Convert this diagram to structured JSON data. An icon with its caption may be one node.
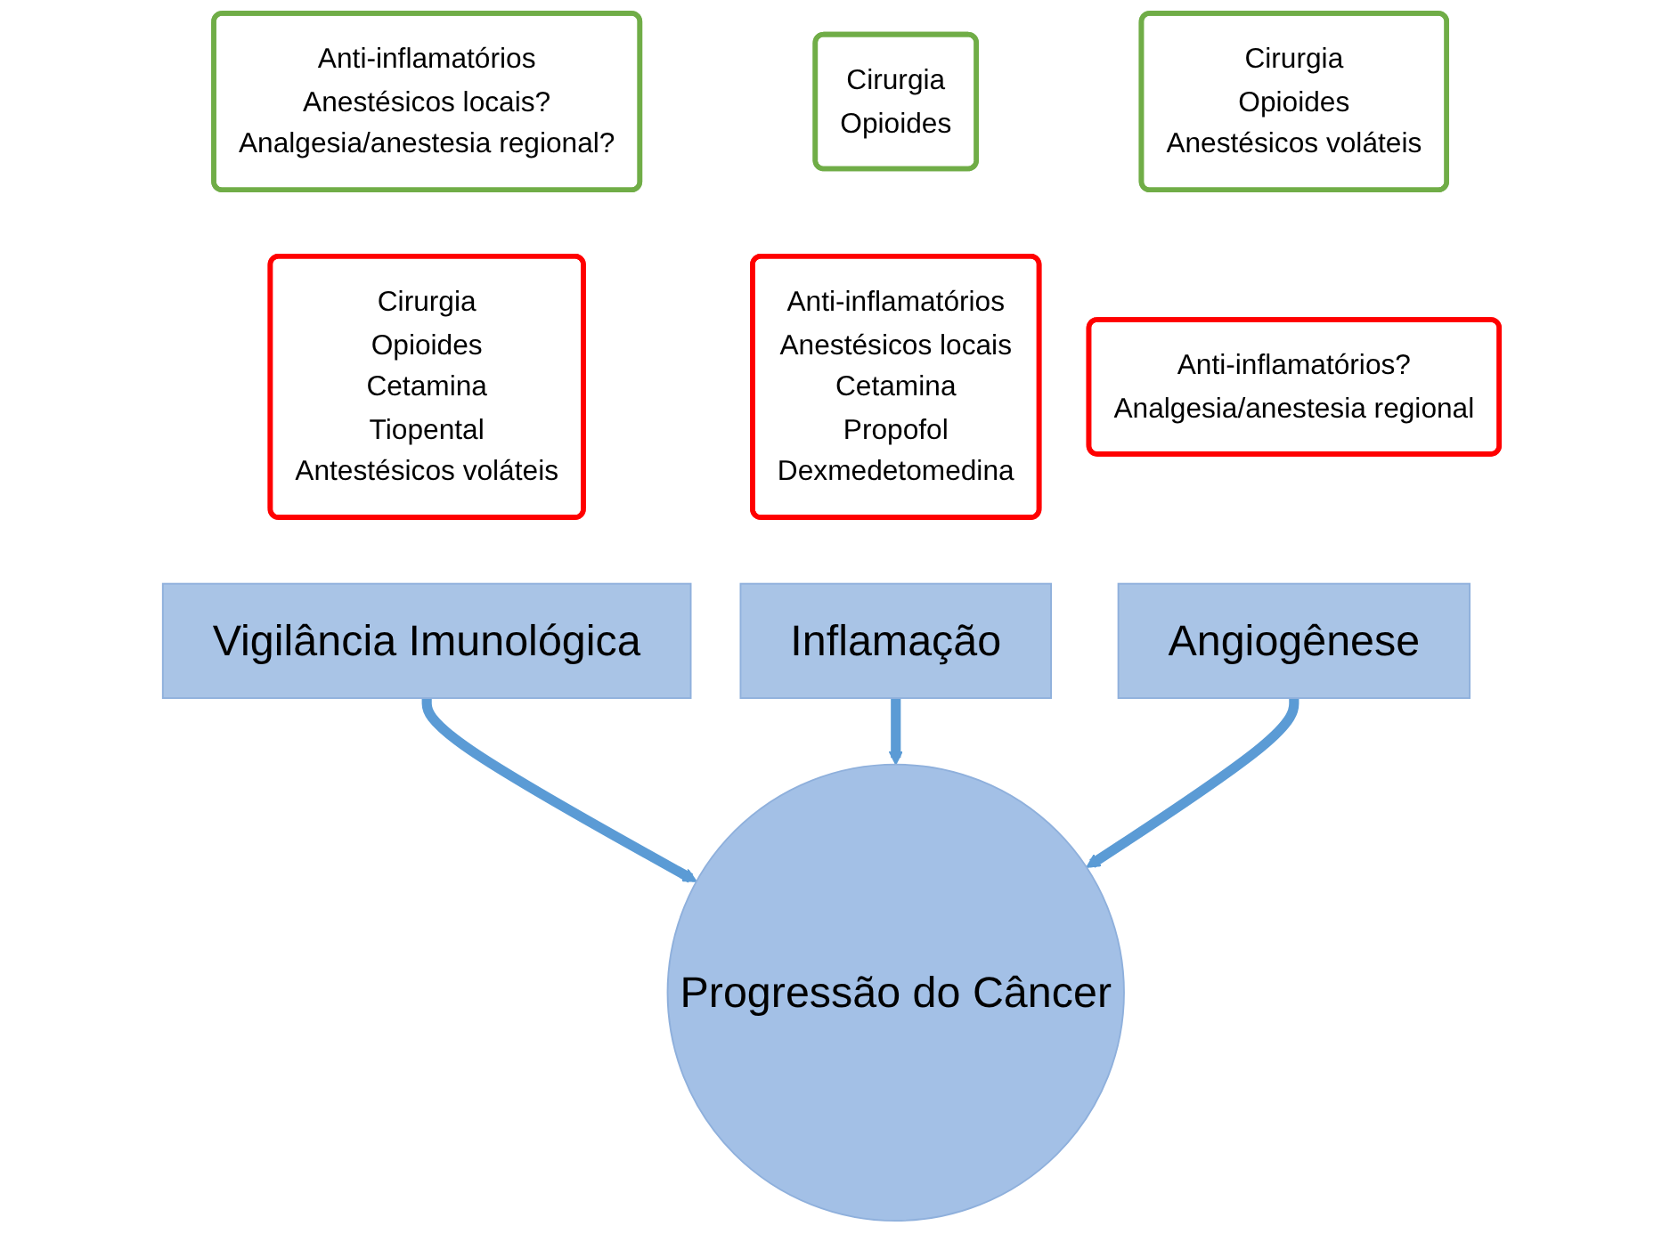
{
  "diagram": {
    "nodes": [
      {
        "text": [
          "Vigilância Imunológica"
        ]
      },
      {
        "text": [
          "Inflamação"
        ]
      },
      {
        "text": [
          "Angiogênese"
        ]
      },
      {
        "text": [
          "Progressão do Câncer"
        ]
      },
      {
        "text": [
          "Anti-inflamatórios",
          "Anestésicos locais?",
          "Analgesia/anestesia regional?"
        ]
      },
      {
        "text": [
          "Cirurgia",
          "Opioides",
          "Cetamina",
          "Tiopental",
          "Antestésicos voláteis"
        ]
      },
      {
        "text": [
          "Cirurgia",
          "Opioides"
        ]
      },
      {
        "text": [
          "Anti-inflamatórios",
          "Anestésicos locais",
          "Cetamina",
          "Propofol",
          "Dexmedetomedina"
        ]
      },
      {
        "text": [
          "Cirurgia",
          "Opioides",
          "Anestésicos voláteis"
        ]
      },
      {
        "text": [
          "Anti-inflamatórios?",
          "Analgesia/anestesia regional"
        ]
      }
    ],
    "edges": [
      {
        "from": 0,
        "to": 3,
        "arrow": "to"
      },
      {
        "from": 1,
        "to": 3,
        "arrow": "to"
      },
      {
        "from": 2,
        "to": 3,
        "arrow": "to"
      }
    ]
  }
}
